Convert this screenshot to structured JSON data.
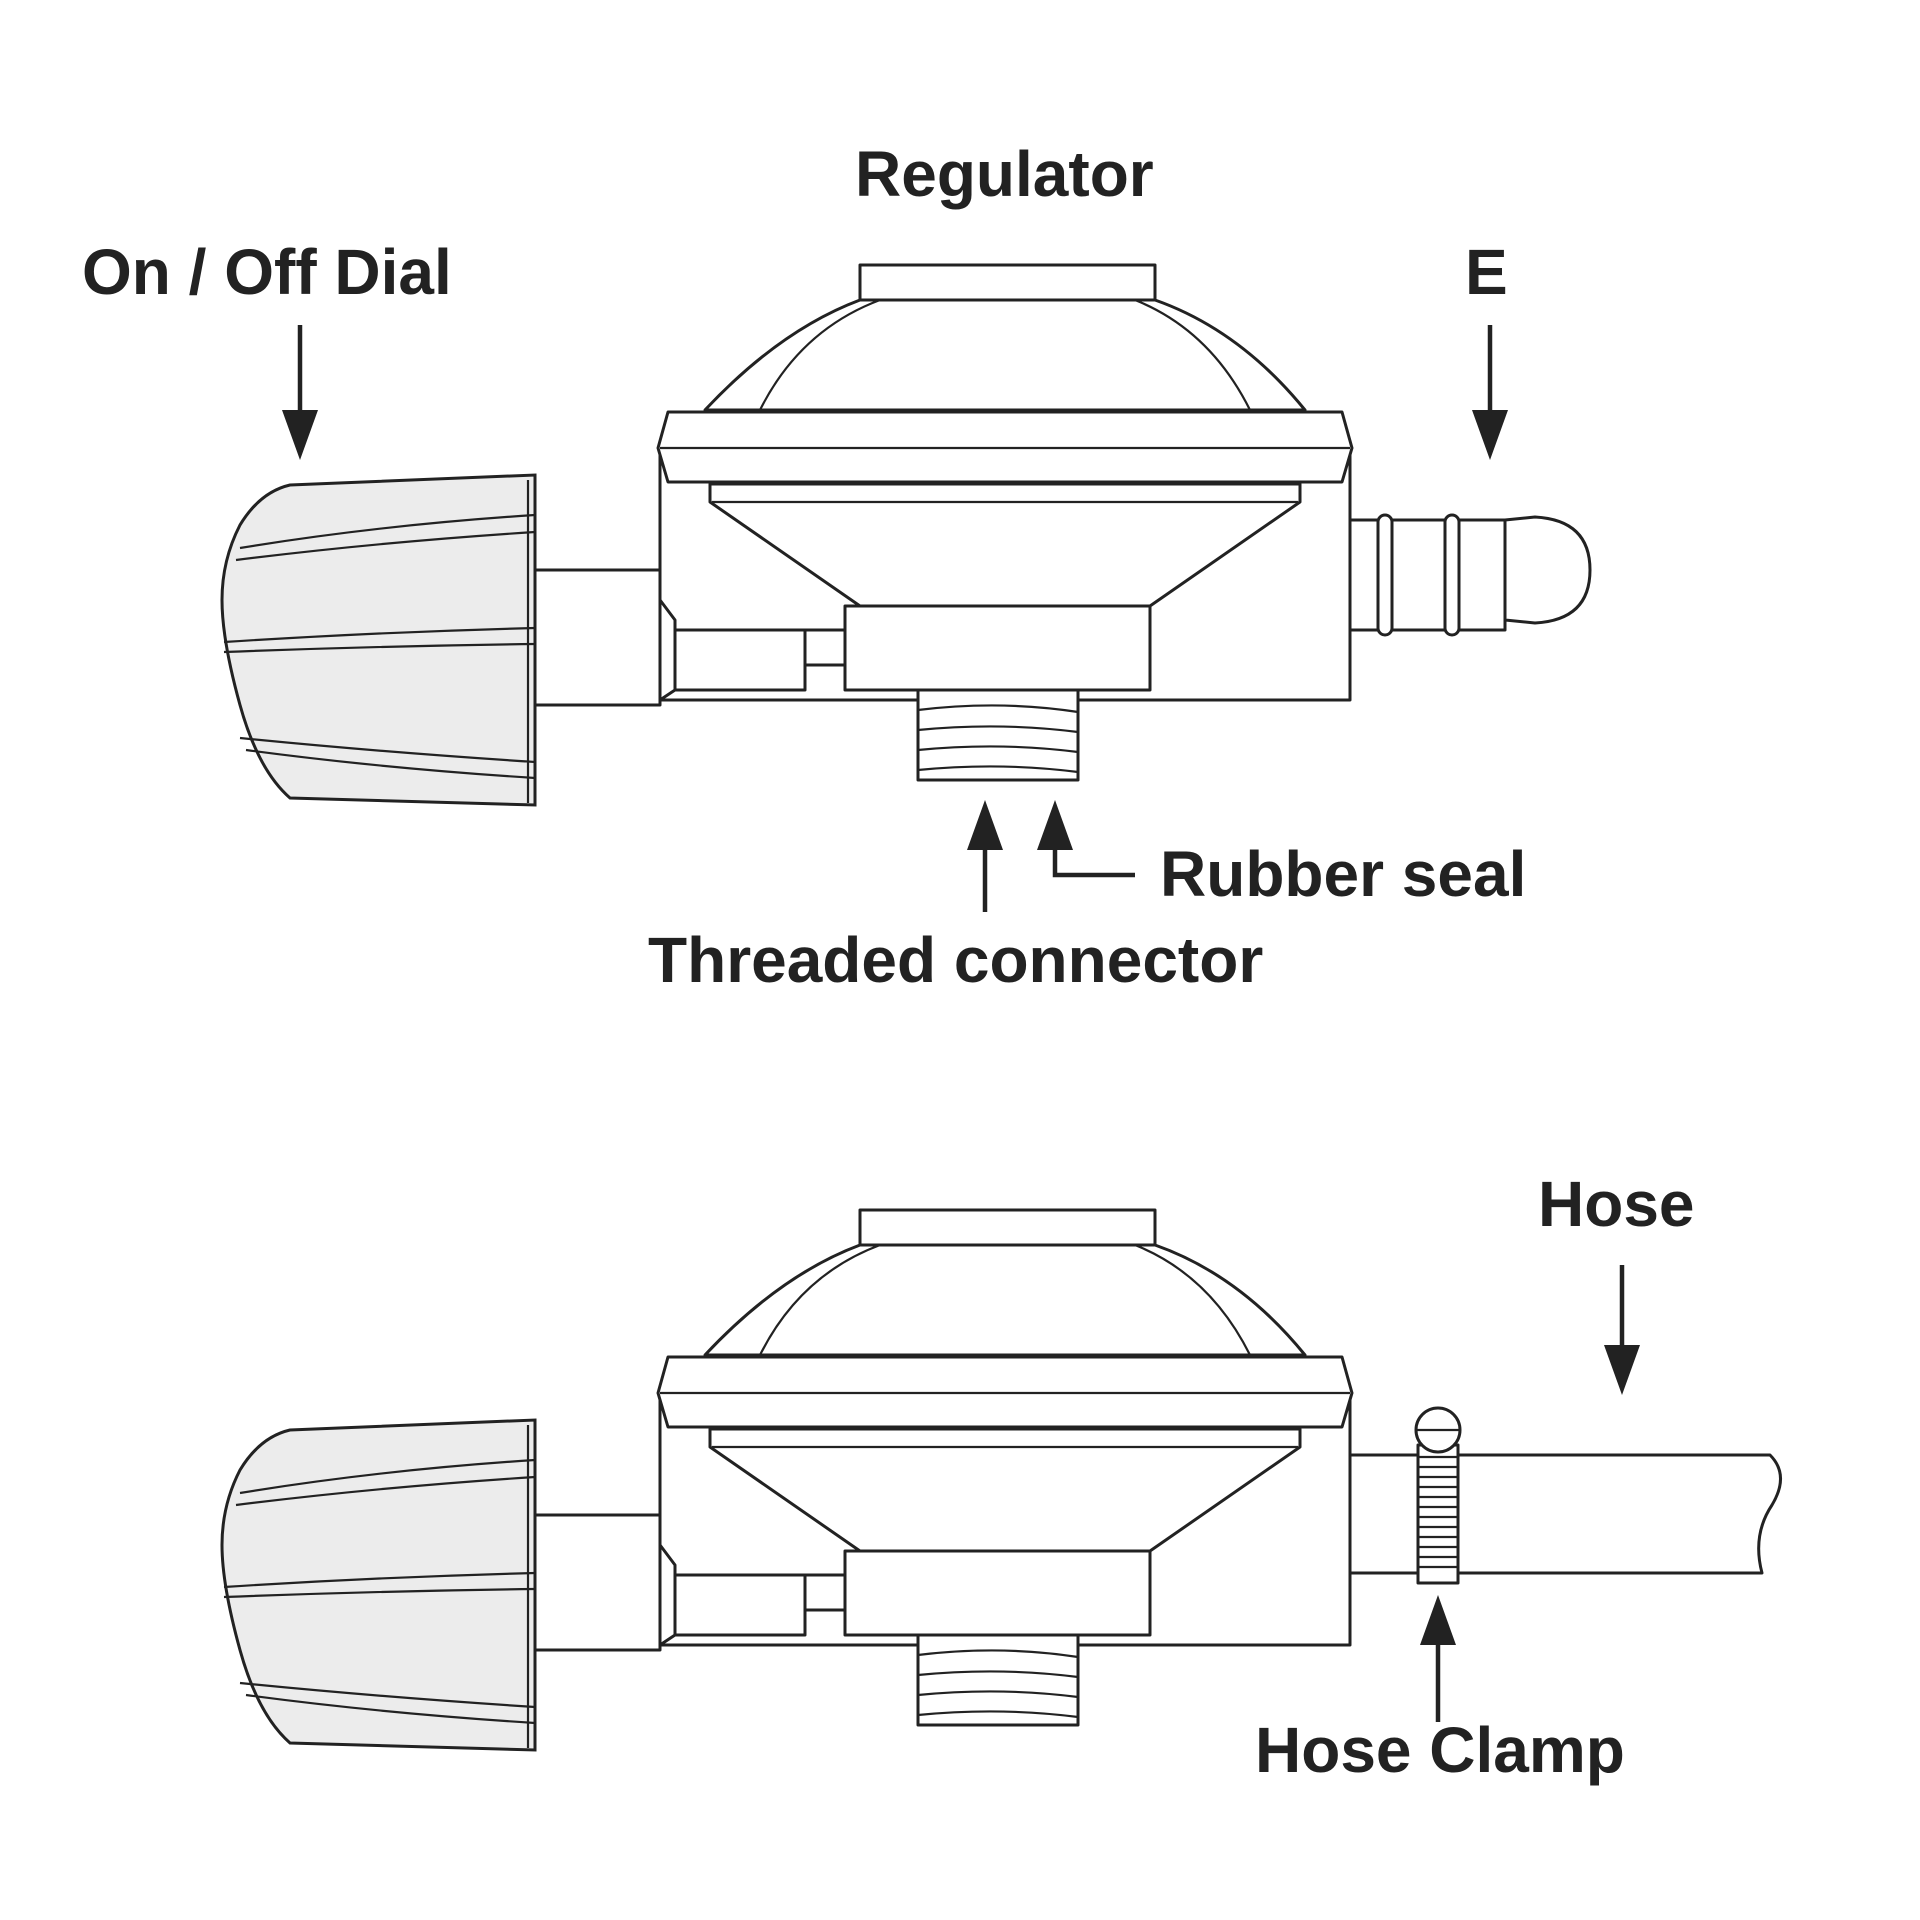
{
  "labels": {
    "regulator": "Regulator",
    "on_off_dial": "On / Off Dial",
    "e": "E",
    "rubber_seal": "Rubber seal",
    "threaded_connector": "Threaded connector",
    "hose": "Hose",
    "hose_clamp": "Hose Clamp"
  },
  "colors": {
    "ink": "#222222",
    "knob_fill": "#ececec",
    "background": "#ffffff"
  }
}
